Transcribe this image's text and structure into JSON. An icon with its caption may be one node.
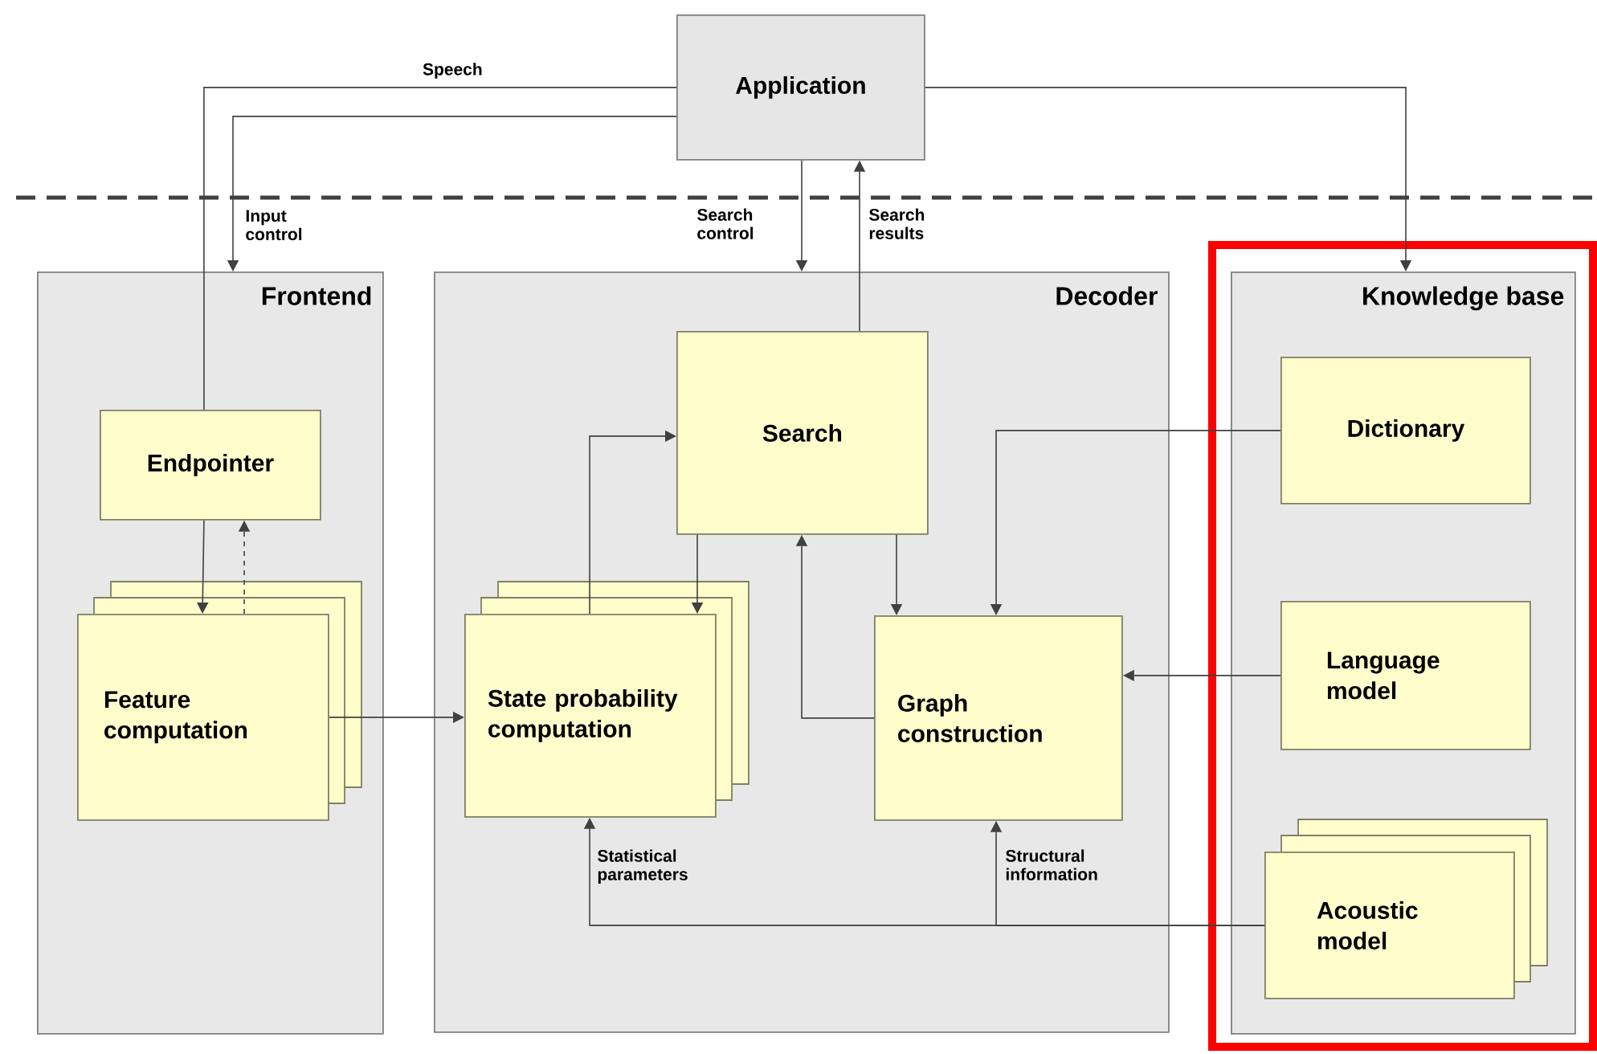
{
  "diagram": {
    "nodes": [
      {
        "text": [
          "Application"
        ]
      },
      {
        "text": [
          "Frontend"
        ]
      },
      {
        "text": [
          "Endpointer"
        ],
        "in": 1
      },
      {
        "text": [
          "Feature computation"
        ],
        "in": 1
      },
      {
        "text": [
          "Decoder"
        ]
      },
      {
        "text": [
          "Search"
        ],
        "in": 4
      },
      {
        "text": [
          "State probability computation"
        ],
        "in": 4
      },
      {
        "text": [
          "Graph construction"
        ],
        "in": 4
      },
      {
        "text": [
          "Knowledge base"
        ]
      },
      {
        "text": [
          "Dictionary"
        ],
        "in": 8
      },
      {
        "text": [
          "Language model"
        ],
        "in": 8
      },
      {
        "text": [
          "Acoustic model"
        ],
        "in": 8
      }
    ],
    "edges": [
      {
        "from": 2,
        "to": 0,
        "arrow": "none",
        "label": "Speech"
      },
      {
        "from": 0,
        "to": 1,
        "arrow": "to",
        "label": "Input control"
      },
      {
        "from": 0,
        "to": 4,
        "arrow": "to",
        "label": "Search control"
      },
      {
        "from": 5,
        "to": 0,
        "arrow": "to",
        "label": "Search results"
      },
      {
        "from": 0,
        "to": 8,
        "arrow": "to"
      },
      {
        "from": 2,
        "to": 3,
        "arrow": "to"
      },
      {
        "from": 3,
        "to": 2,
        "arrow": "to",
        "style": "dashed"
      },
      {
        "from": 3,
        "to": 6,
        "arrow": "to"
      },
      {
        "from": 6,
        "to": 5,
        "arrow": "to"
      },
      {
        "from": 5,
        "to": 6,
        "arrow": "to"
      },
      {
        "from": 5,
        "to": 7,
        "arrow": "to"
      },
      {
        "from": 7,
        "to": 5,
        "arrow": "to"
      },
      {
        "from": 9,
        "to": 7,
        "arrow": "to"
      },
      {
        "from": 10,
        "to": 7,
        "arrow": "to"
      },
      {
        "from": 11,
        "to": 6,
        "arrow": "to",
        "label": "Statistical parameters"
      },
      {
        "from": 11,
        "to": 7,
        "arrow": "to",
        "label": "Structural information"
      }
    ]
  }
}
